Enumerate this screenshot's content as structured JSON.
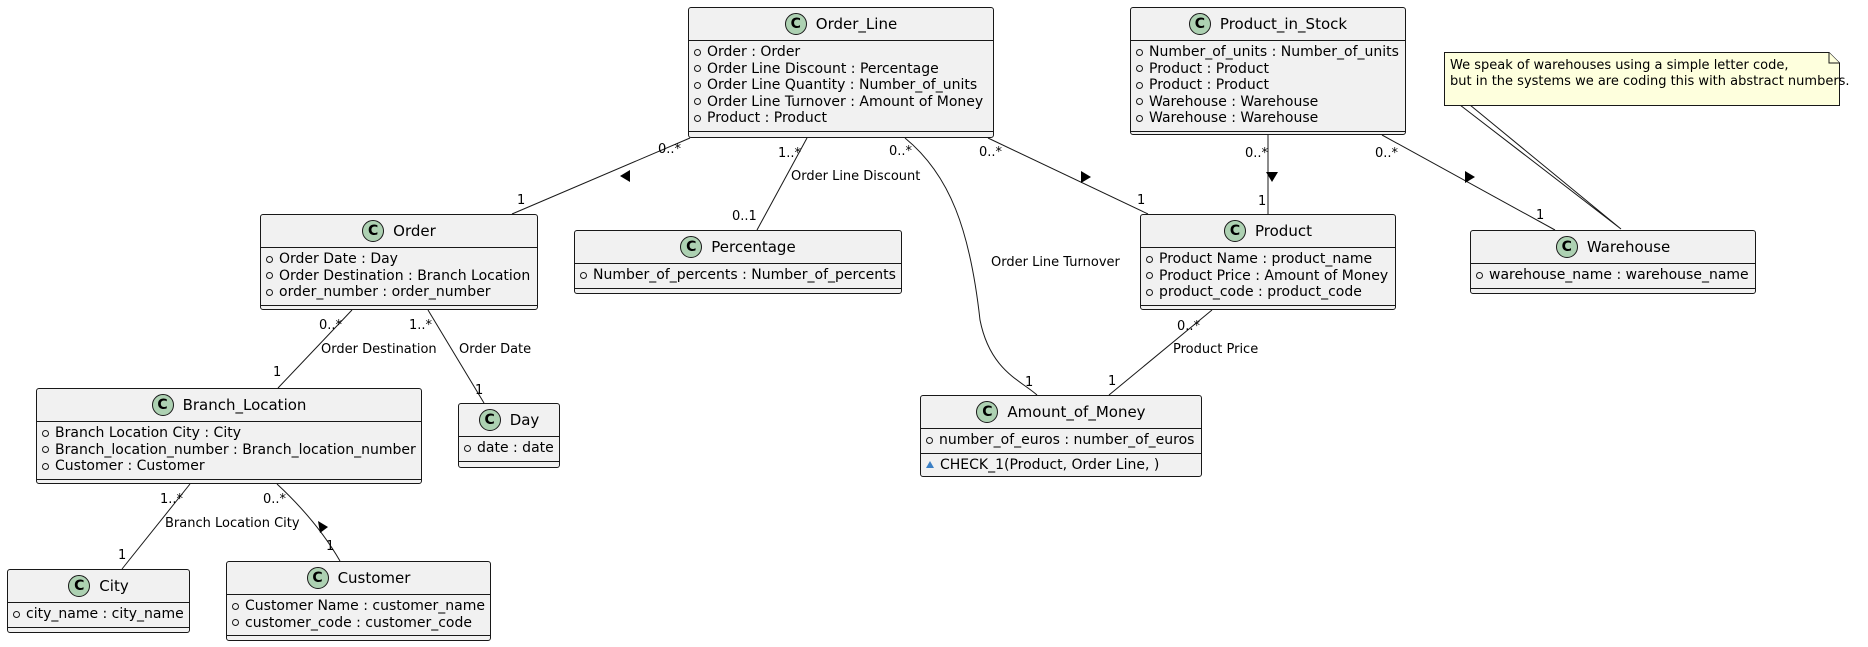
{
  "classes": {
    "order_line": {
      "name": "Order_Line",
      "stereo": "C",
      "attributes": [
        "Order : Order",
        "Order Line Discount : Percentage",
        "Order Line Quantity : Number_of_units",
        "Order Line Turnover : Amount of Money",
        "Product : Product"
      ],
      "methods": []
    },
    "product_in_stock": {
      "name": "Product_in_Stock",
      "stereo": "C",
      "attributes": [
        "Number_of_units : Number_of_units",
        "Product : Product",
        "Product : Product",
        "Warehouse : Warehouse",
        "Warehouse : Warehouse"
      ],
      "methods": []
    },
    "order": {
      "name": "Order",
      "stereo": "C",
      "attributes": [
        "Order Date : Day",
        "Order Destination : Branch Location",
        "order_number : order_number"
      ],
      "methods": []
    },
    "percentage": {
      "name": "Percentage",
      "stereo": "C",
      "attributes": [
        "Number_of_percents : Number_of_percents"
      ],
      "methods": []
    },
    "product": {
      "name": "Product",
      "stereo": "C",
      "attributes": [
        "Product Name : product_name",
        "Product Price : Amount of Money",
        "product_code : product_code"
      ],
      "methods": []
    },
    "warehouse": {
      "name": "Warehouse",
      "stereo": "C",
      "attributes": [
        "warehouse_name : warehouse_name"
      ],
      "methods": []
    },
    "branch_location": {
      "name": "Branch_Location",
      "stereo": "C",
      "attributes": [
        "Branch Location City : City",
        "Branch_location_number : Branch_location_number",
        "Customer : Customer"
      ],
      "methods": []
    },
    "day": {
      "name": "Day",
      "stereo": "C",
      "attributes": [
        "date : date"
      ],
      "methods": []
    },
    "amount_of_money": {
      "name": "Amount_of_Money",
      "stereo": "C",
      "attributes": [
        "number_of_euros : number_of_euros"
      ],
      "methods": [
        "CHECK_1(Product, Order Line, )"
      ]
    },
    "city": {
      "name": "City",
      "stereo": "C",
      "attributes": [
        "city_name : city_name"
      ],
      "methods": []
    },
    "customer": {
      "name": "Customer",
      "stereo": "C",
      "attributes": [
        "Customer Name : customer_name",
        "customer_code : customer_code"
      ],
      "methods": []
    }
  },
  "note": {
    "lines": [
      "We speak of warehouses using a simple letter code,",
      "but in the systems we are coding this with abstract numbers."
    ],
    "attached_to": "warehouse"
  },
  "relations": [
    {
      "id": "order_line-order",
      "from": "order_line",
      "to": "order",
      "from_mult": "0..*",
      "to_mult": "1",
      "label": "",
      "direction": "left"
    },
    {
      "id": "order_line-percentage",
      "from": "order_line",
      "to": "percentage",
      "from_mult": "1..*",
      "to_mult": "0..1",
      "label": "Order Line Discount",
      "direction": ""
    },
    {
      "id": "order_line-amount",
      "from": "order_line",
      "to": "amount_of_money",
      "from_mult": "0..*",
      "to_mult": "1",
      "label": "Order Line Turnover",
      "direction": ""
    },
    {
      "id": "order_line-product",
      "from": "order_line",
      "to": "product",
      "from_mult": "0..*",
      "to_mult": "1",
      "label": "",
      "direction": "right"
    },
    {
      "id": "product_in_stock-product",
      "from": "product_in_stock",
      "to": "product",
      "from_mult": "0..*",
      "to_mult": "1",
      "label": "",
      "direction": "down"
    },
    {
      "id": "product_in_stock-warehouse",
      "from": "product_in_stock",
      "to": "warehouse",
      "from_mult": "0..*",
      "to_mult": "1",
      "label": "",
      "direction": "right"
    },
    {
      "id": "order-branch_location",
      "from": "order",
      "to": "branch_location",
      "from_mult": "0..*",
      "to_mult": "1",
      "label": "Order Destination",
      "direction": ""
    },
    {
      "id": "order-day",
      "from": "order",
      "to": "day",
      "from_mult": "1..*",
      "to_mult": "1",
      "label": "Order Date",
      "direction": ""
    },
    {
      "id": "product-amount",
      "from": "product",
      "to": "amount_of_money",
      "from_mult": "0..*",
      "to_mult": "1",
      "label": "Product Price",
      "direction": ""
    },
    {
      "id": "branch_location-city",
      "from": "branch_location",
      "to": "city",
      "from_mult": "1..*",
      "to_mult": "1",
      "label": "Branch Location City",
      "direction": ""
    },
    {
      "id": "branch_location-customer",
      "from": "branch_location",
      "to": "customer",
      "from_mult": "0..*",
      "to_mult": "1",
      "label": "",
      "direction": "right"
    }
  ],
  "colors": {
    "class_fill": "#F1F1F1",
    "stroke": "#181818",
    "badge": "#ADD1B2",
    "note_fill": "#FEFFDD",
    "method_icon": "#3B7FC4"
  }
}
